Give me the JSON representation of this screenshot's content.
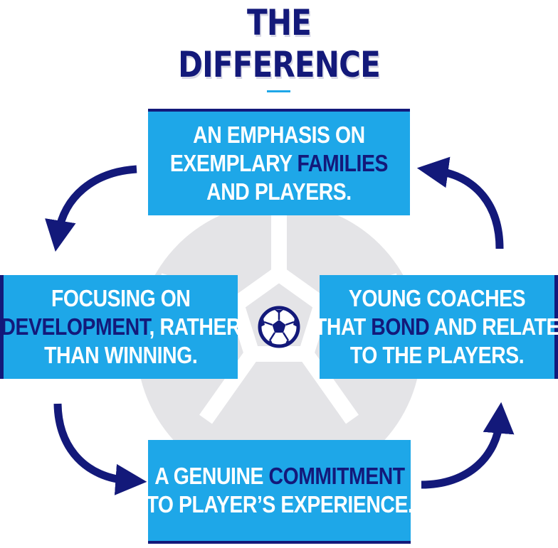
{
  "title": {
    "line1": "THE",
    "line2": "DIFFERENCE"
  },
  "colors": {
    "navy": "#13197a",
    "blue": "#1ea7e8",
    "ball_grey": "#e4e4e7",
    "white": "#ffffff"
  },
  "icons": {
    "center": "soccer-ball-icon",
    "background": "soccer-ball-silhouette"
  },
  "cycle": [
    {
      "id": "top",
      "lines": [
        [
          {
            "text": "AN EMPHASIS ON",
            "hl": false
          }
        ],
        [
          {
            "text": "EXEMPLARY ",
            "hl": false
          },
          {
            "text": "FAMILIES",
            "hl": true
          }
        ],
        [
          {
            "text": "AND PLAYERS.",
            "hl": false
          }
        ]
      ]
    },
    {
      "id": "right",
      "lines": [
        [
          {
            "text": "YOUNG COACHES",
            "hl": false
          }
        ],
        [
          {
            "text": "THAT ",
            "hl": false
          },
          {
            "text": "BOND",
            "hl": true
          },
          {
            "text": " AND RELATE",
            "hl": false
          }
        ],
        [
          {
            "text": "TO THE PLAYERS.",
            "hl": false
          }
        ]
      ]
    },
    {
      "id": "bottom",
      "lines": [
        [
          {
            "text": "A GENUINE ",
            "hl": false
          },
          {
            "text": "COMMITMENT",
            "hl": true
          }
        ],
        [
          {
            "text": "TO PLAYER’S EXPERIENCE.",
            "hl": false
          }
        ]
      ]
    },
    {
      "id": "left",
      "lines": [
        [
          {
            "text": "FOCUSING ON",
            "hl": false
          }
        ],
        [
          {
            "text": "DEVELOPMENT",
            "hl": true
          },
          {
            "text": ", RATHER",
            "hl": false
          }
        ],
        [
          {
            "text": "THAN WINNING.",
            "hl": false
          }
        ]
      ]
    }
  ],
  "flow": [
    "top",
    "left",
    "bottom",
    "right",
    "top"
  ]
}
